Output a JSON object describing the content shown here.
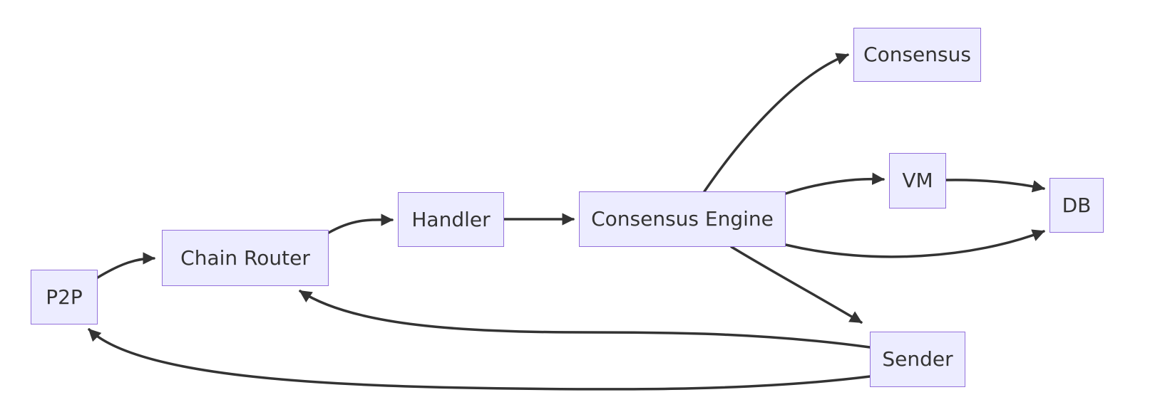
{
  "diagram": {
    "type": "flowchart",
    "direction": "left-to-right",
    "nodes": [
      {
        "id": "p2p",
        "label": "P2P"
      },
      {
        "id": "chain-router",
        "label": "Chain Router"
      },
      {
        "id": "handler",
        "label": "Handler"
      },
      {
        "id": "consensus-engine",
        "label": "Consensus Engine"
      },
      {
        "id": "consensus",
        "label": "Consensus"
      },
      {
        "id": "vm",
        "label": "VM"
      },
      {
        "id": "db",
        "label": "DB"
      },
      {
        "id": "sender",
        "label": "Sender"
      }
    ],
    "edges": [
      {
        "from": "P2P",
        "to": "Chain Router"
      },
      {
        "from": "Chain Router",
        "to": "Handler"
      },
      {
        "from": "Handler",
        "to": "Consensus Engine"
      },
      {
        "from": "Consensus Engine",
        "to": "Consensus"
      },
      {
        "from": "Consensus Engine",
        "to": "VM"
      },
      {
        "from": "VM",
        "to": "DB"
      },
      {
        "from": "Consensus Engine",
        "to": "DB"
      },
      {
        "from": "Consensus Engine",
        "to": "Sender"
      },
      {
        "from": "Sender",
        "to": "Chain Router"
      },
      {
        "from": "Sender",
        "to": "P2P"
      }
    ],
    "colors": {
      "node_fill": "#ECECFF",
      "node_border": "#9370DB",
      "edge": "#333333",
      "text": "#333333",
      "background": "#FFFFFF"
    }
  }
}
